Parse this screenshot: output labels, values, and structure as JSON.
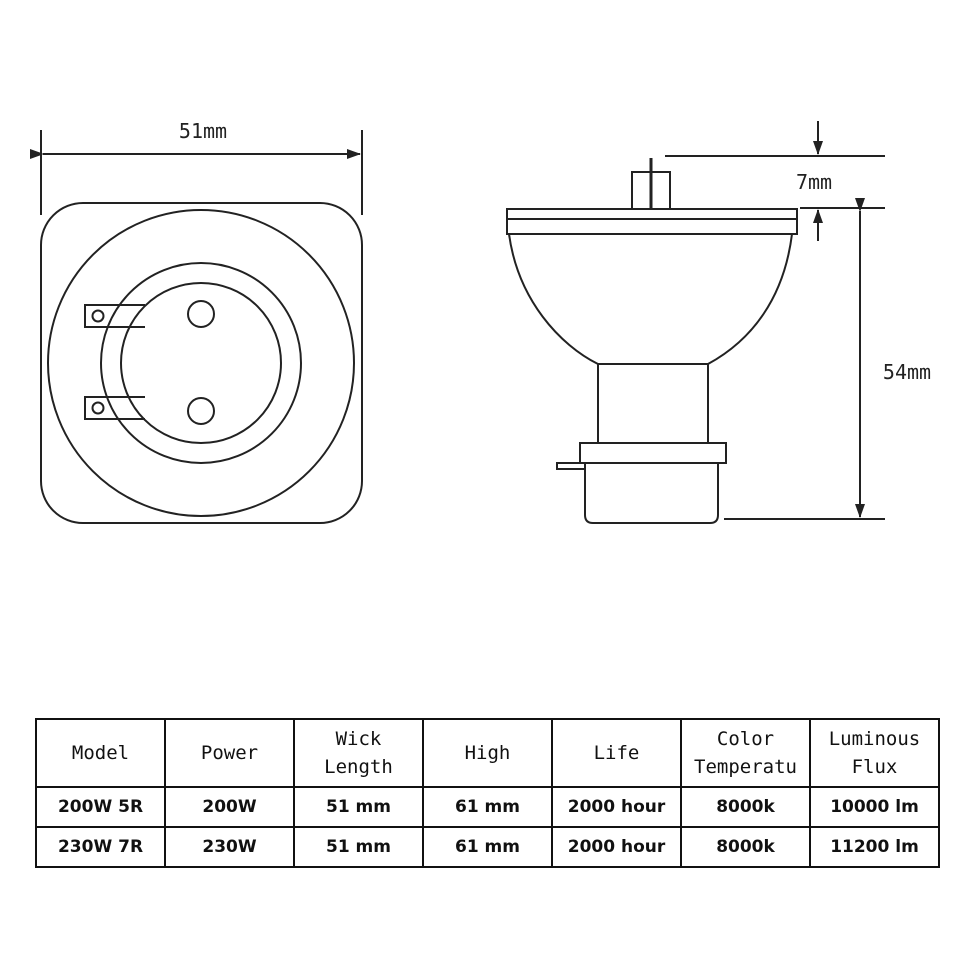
{
  "diagram": {
    "width_label": "51mm",
    "pin_label": "7mm",
    "height_label": "54mm"
  },
  "table": {
    "headers": [
      [
        "Model"
      ],
      [
        "Power"
      ],
      [
        "Wick",
        "Length"
      ],
      [
        "High"
      ],
      [
        "Life"
      ],
      [
        "Color",
        "Temperatu"
      ],
      [
        "Luminous",
        "Flux"
      ]
    ],
    "rows": [
      [
        "200W 5R",
        "200W",
        "51 mm",
        "61 mm",
        "2000 hour",
        "8000k",
        "10000 lm"
      ],
      [
        "230W 7R",
        "230W",
        "51 mm",
        "61 mm",
        "2000 hour",
        "8000k",
        "11200 lm"
      ]
    ]
  },
  "colors": {
    "line": "#222222",
    "text": "#111111",
    "background": "#ffffff"
  }
}
